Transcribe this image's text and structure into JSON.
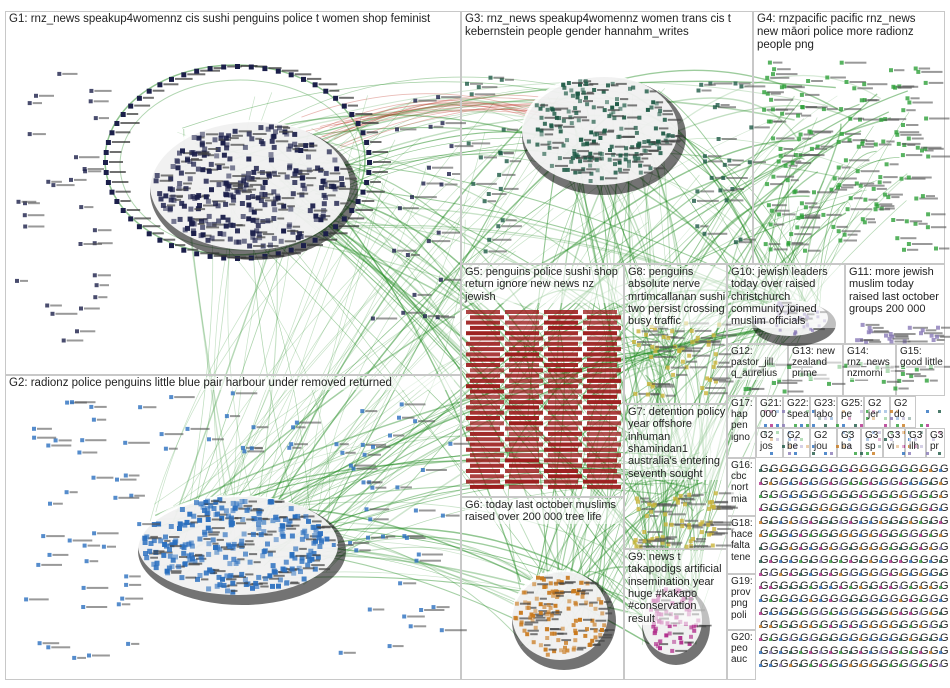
{
  "groups": [
    {
      "id": "G1",
      "label": "G1: rnz_news speakup4womennz cis sushi penguins police t women shop feminist"
    },
    {
      "id": "G2",
      "label": "G2: radionz police penguins little blue pair harbour under removed returned"
    },
    {
      "id": "G3",
      "label": "G3: rnz_news speakup4womennz women trans cis t kebernstein people gender hannahm_writes"
    },
    {
      "id": "G4",
      "label": "G4: rnzpacific pacific rnz_news new māori police more radionz people png"
    },
    {
      "id": "G5",
      "label": "G5: penguins police sushi shop return ignore new news nz jewish"
    },
    {
      "id": "G6",
      "label": "G6: today last october muslims raised over 200 000 tree life"
    },
    {
      "id": "G7",
      "label": "G7: detention policy year offshore inhuman shamindan1 australia's entering seventh sought"
    },
    {
      "id": "G8",
      "label": "G8: penguins absolute nerve mrtimcallanan sushi two persist crossing busy traffic"
    },
    {
      "id": "G9",
      "label": "G9: news t takapodigs artificial insemination year huge #kakapo #conservation result"
    },
    {
      "id": "G10",
      "label": "G10: jewish leaders today over raised christchurch community joined muslim officials"
    },
    {
      "id": "G11",
      "label": "G11: more jewish muslim today raised last october groups 200 000"
    },
    {
      "id": "G12",
      "label": "G12: pastor_jill q_aurelius"
    },
    {
      "id": "G13",
      "label": "G13: new zealand prime"
    },
    {
      "id": "G14",
      "label": "G14: rnz_news nzmorni"
    },
    {
      "id": "G15",
      "label": "G15: good little"
    },
    {
      "id": "G16",
      "label": "G16: cbc nort mia"
    },
    {
      "id": "G17",
      "label": "G17: hap pen igno"
    },
    {
      "id": "G18",
      "label": "G18: hace falta tene"
    },
    {
      "id": "G19",
      "label": "G19: prov png poli"
    },
    {
      "id": "G20",
      "label": "G20: peo auc"
    },
    {
      "id": "G21",
      "label": "G21: 000"
    },
    {
      "id": "G22",
      "label": "G22: spea"
    },
    {
      "id": "G23",
      "label": "G23: labo"
    },
    {
      "id": "G25",
      "label": "G25: pe"
    },
    {
      "id": "G2a",
      "label": "G2 jer"
    },
    {
      "id": "G2b",
      "label": "G2 do"
    },
    {
      "id": "G2c",
      "label": "G2 jos"
    },
    {
      "id": "G2d",
      "label": "G2 be"
    },
    {
      "id": "G2e",
      "label": "G2 jou"
    },
    {
      "id": "G3a",
      "label": "G3 ba"
    },
    {
      "id": "G3b",
      "label": "G3 sp"
    },
    {
      "id": "G3c",
      "label": "G3 vi"
    },
    {
      "id": "G3d",
      "label": "G3 ilh"
    },
    {
      "id": "G3e",
      "label": "G3 pr"
    }
  ],
  "tiny_group_glyph": "G",
  "colors": {
    "edge_green": "#1f8a1f",
    "edge_red": "#c0392b",
    "g1_nodes": "#1b1f4a",
    "g2_nodes": "#2a6fbf",
    "g3_nodes": "#1e5a46",
    "g4_nodes": "#2ea03a",
    "g5_nodes": "#9b1b1b",
    "g6_nodes": "#c97a1e",
    "g7_nodes": "#c9b43a",
    "g9_nodes": "#b02a8a",
    "g10_nodes": "#8a7ab8",
    "panel_border": "#c8c8c8"
  }
}
